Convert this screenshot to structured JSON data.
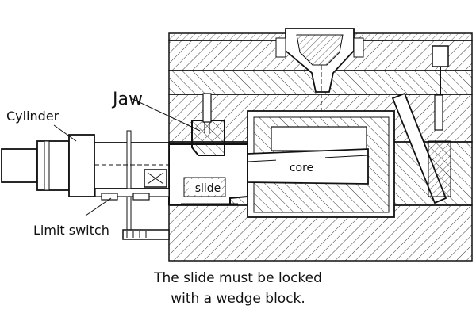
{
  "diagram": {
    "title": "Mold slide locked by wedge block",
    "labels": {
      "jaw": "Jaw",
      "cylinder": "Cylinder",
      "limit_switch": "Limit switch",
      "core": "core",
      "slide": "slide"
    },
    "caption_line1": "The slide must be locked",
    "caption_line2": "with a wedge block."
  }
}
